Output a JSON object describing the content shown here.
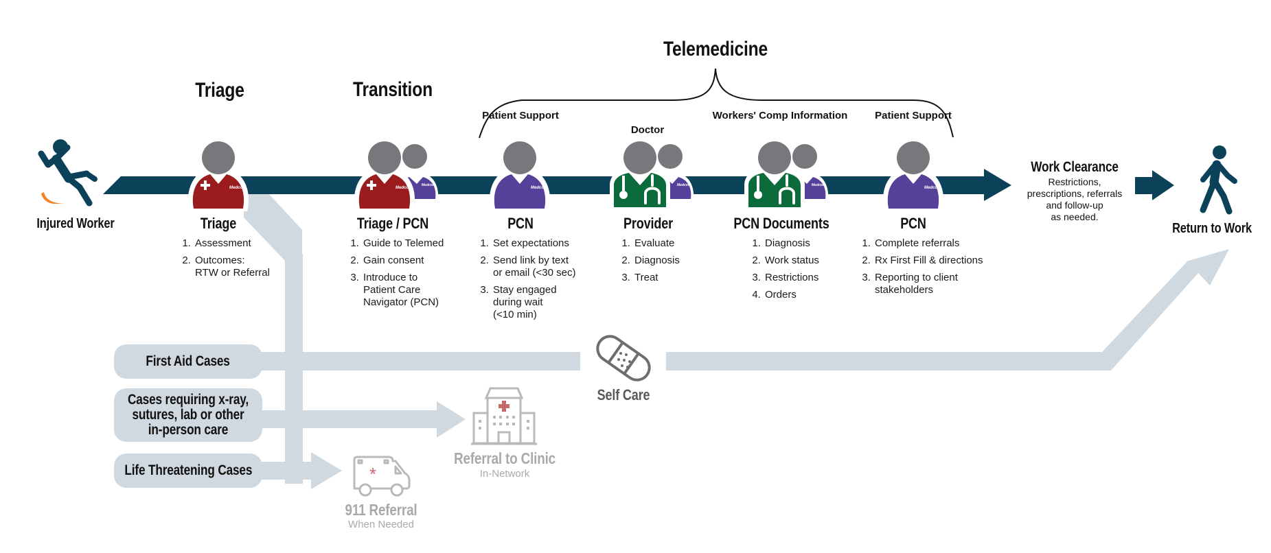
{
  "colors": {
    "main_arrow": "#0b4159",
    "referral_path": "#cfd9df",
    "triage_red": "#9b1c1f",
    "pcn_purple": "#55409a",
    "provider_green": "#0b6b3a",
    "head_gray": "#77787b",
    "icon_gray": "#a7a9ab",
    "falling_accent": "#f58220",
    "cross_red": "#c9686b"
  },
  "phases": {
    "triage": "Triage",
    "transition": "Transition",
    "telemedicine": "Telemedicine"
  },
  "start": {
    "label": "Injured Worker",
    "icon": "falling-person-icon"
  },
  "stages": [
    {
      "role": "",
      "title": "Triage",
      "icon": "triage-nurse-icon",
      "steps": [
        "Assessment",
        "Outcomes:\nRTW or Referral"
      ]
    },
    {
      "role": "",
      "title": "Triage / PCN",
      "icon": "triage-and-pcn-icon",
      "steps": [
        "Guide to Telemed",
        "Gain consent",
        "Introduce to Patient Care Navigator (PCN)"
      ]
    },
    {
      "role": "Patient Support",
      "title": "PCN",
      "icon": "pcn-icon",
      "steps": [
        "Set expectations",
        "Send link by text or email (<30 sec)",
        "Stay engaged during wait (<10 min)"
      ]
    },
    {
      "role": "Doctor",
      "title": "Provider",
      "icon": "doctor-icon",
      "steps": [
        "Evaluate",
        "Diagnosis",
        "Treat"
      ]
    },
    {
      "role": "Workers' Comp Information",
      "title": "PCN Documents",
      "icon": "doctor-and-pcn-icon",
      "steps": [
        "Diagnosis",
        "Work status",
        "Restrictions",
        "Orders"
      ]
    },
    {
      "role": "Patient Support",
      "title": "PCN",
      "icon": "pcn-icon",
      "steps": [
        "Complete referrals",
        "Rx First Fill & directions",
        "Reporting to client stakeholders"
      ]
    }
  ],
  "work_clearance": {
    "title": "Work Clearance",
    "description_lines": [
      "Restrictions,",
      "prescriptions, referrals",
      "and follow-up",
      "as needed."
    ]
  },
  "end": {
    "label": "Return to Work",
    "icon": "walking-person-icon"
  },
  "cases": [
    {
      "label": "First Aid Cases"
    },
    {
      "label": "Cases requiring x-ray, sutures, lab or other in-person care"
    },
    {
      "label": "Life Threatening Cases"
    }
  ],
  "outcomes": {
    "self_care": {
      "title": "Self Care",
      "icon": "bandage-icon"
    },
    "clinic": {
      "title": "Referral to Clinic",
      "subtitle": "In-Network",
      "icon": "hospital-icon"
    },
    "emergency": {
      "title": "911 Referral",
      "subtitle": "When Needed",
      "icon": "ambulance-icon"
    }
  }
}
